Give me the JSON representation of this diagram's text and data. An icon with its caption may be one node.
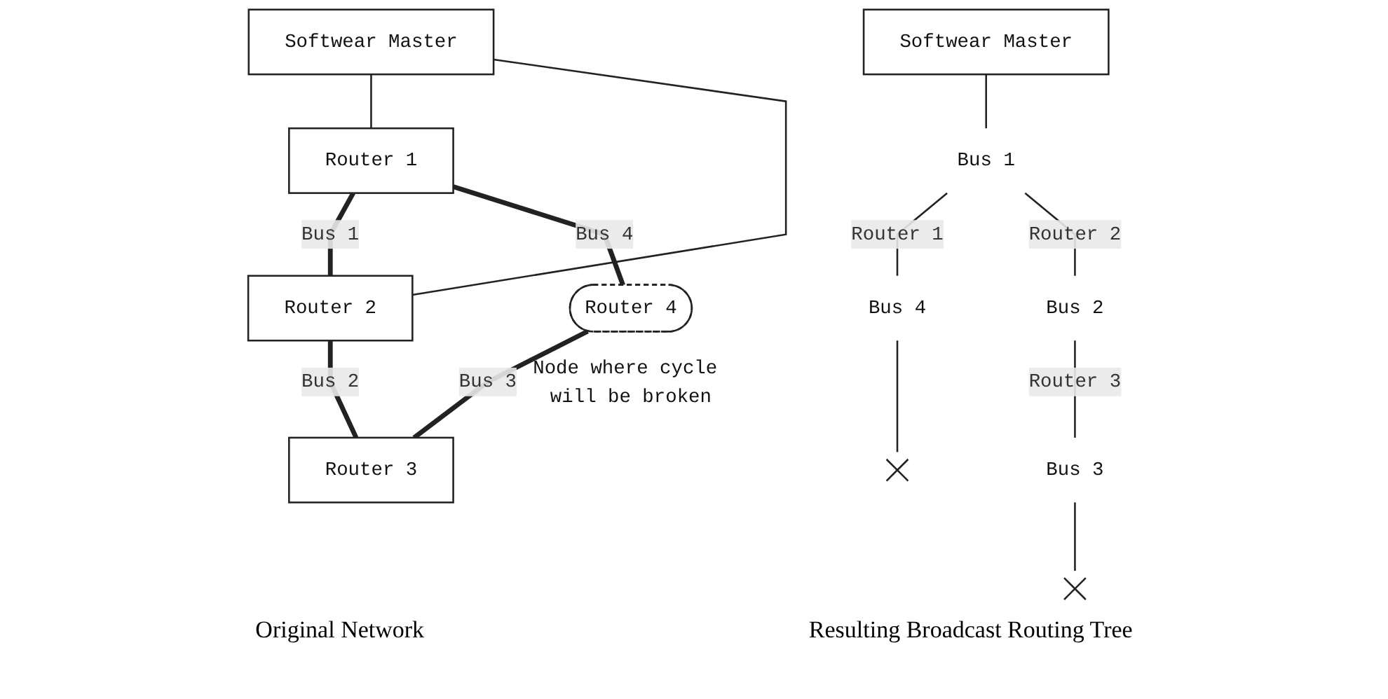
{
  "diagram": {
    "nodes": [
      {
        "text": [
          "Softwear Master"
        ]
      },
      {
        "text": [
          "Router 1"
        ]
      },
      {
        "text": [
          "Router 2"
        ]
      },
      {
        "text": [
          "Router 4"
        ],
        "beside": [
          "Node where cycle will be broken"
        ]
      },
      {
        "text": [
          "Router 3"
        ]
      },
      {
        "text": [
          "Softwear Master"
        ]
      },
      {
        "text": [
          "Bus 1"
        ]
      },
      {
        "text": [
          "Bus 4"
        ]
      },
      {
        "text": [
          "Bus 2"
        ]
      },
      {
        "text": [],
        "shape": "cross"
      },
      {
        "text": [
          "Bus 3"
        ]
      },
      {
        "text": [],
        "shape": "cross"
      }
    ],
    "edges": [
      {
        "from": 1,
        "to": 2,
        "arrow": "none",
        "label": "Bus 1",
        "style": "thick"
      },
      {
        "from": 0,
        "to": 1,
        "arrow": "none"
      },
      {
        "from": 0,
        "to": 2,
        "arrow": "none"
      },
      {
        "from": 1,
        "to": 3,
        "arrow": "none",
        "label": "Bus 4",
        "style": "thick"
      },
      {
        "from": 2,
        "to": 4,
        "arrow": "none",
        "label": "Bus 2",
        "style": "thick"
      },
      {
        "from": 3,
        "to": 4,
        "arrow": "none",
        "label": "Bus 3",
        "style": "thick"
      },
      {
        "from": 5,
        "to": 6,
        "arrow": "none"
      },
      {
        "from": 6,
        "to": 7,
        "arrow": "none",
        "label": "Router 1"
      },
      {
        "from": 6,
        "to": 8,
        "arrow": "none",
        "label": "Router 2"
      },
      {
        "from": 7,
        "to": 9,
        "arrow": "none"
      },
      {
        "from": 8,
        "to": 10,
        "arrow": "none",
        "label": "Router 3"
      },
      {
        "from": 10,
        "to": 11,
        "arrow": "none"
      }
    ],
    "labels": [
      "Original Network",
      "Resulting Broadcast Routing Tree"
    ]
  }
}
